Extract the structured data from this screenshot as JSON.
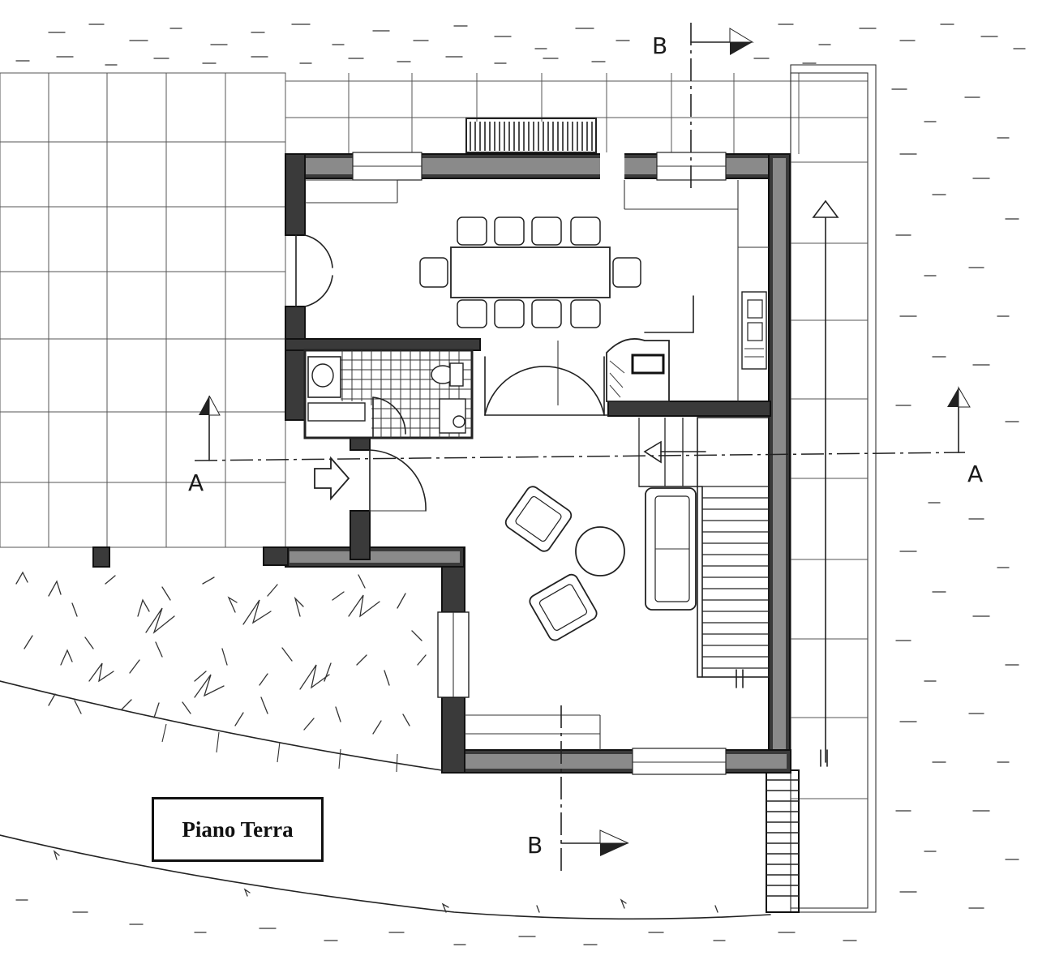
{
  "plan": {
    "title": "Piano Terra",
    "section_a_left": "A",
    "section_a_right": "A",
    "section_b_top": "B",
    "section_b_bottom": "B"
  },
  "colors": {
    "ink": "#222222",
    "paper": "#ffffff",
    "wall_fill": "#3a3a3a"
  }
}
